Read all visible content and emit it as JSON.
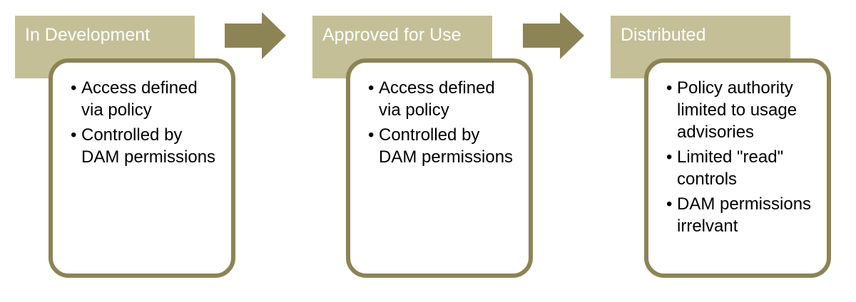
{
  "colors": {
    "header_fill": "#c4bf97",
    "box_border": "#8c8455",
    "arrow_fill": "#8c8455"
  },
  "bullet_glyph": "•",
  "stages": [
    {
      "title": "In Development",
      "bullets": [
        "Access defined via policy",
        "Controlled by DAM permissions"
      ]
    },
    {
      "title": "Approved for Use",
      "bullets": [
        "Access defined via policy",
        "Controlled by DAM permissions"
      ]
    },
    {
      "title": "Distributed",
      "bullets": [
        "Policy authority limited to usage advisories",
        "Limited \"read\" controls",
        "DAM permissions irrelvant"
      ]
    }
  ],
  "arrows": [
    {
      "icon": "arrow-right-icon"
    },
    {
      "icon": "arrow-right-icon"
    }
  ]
}
